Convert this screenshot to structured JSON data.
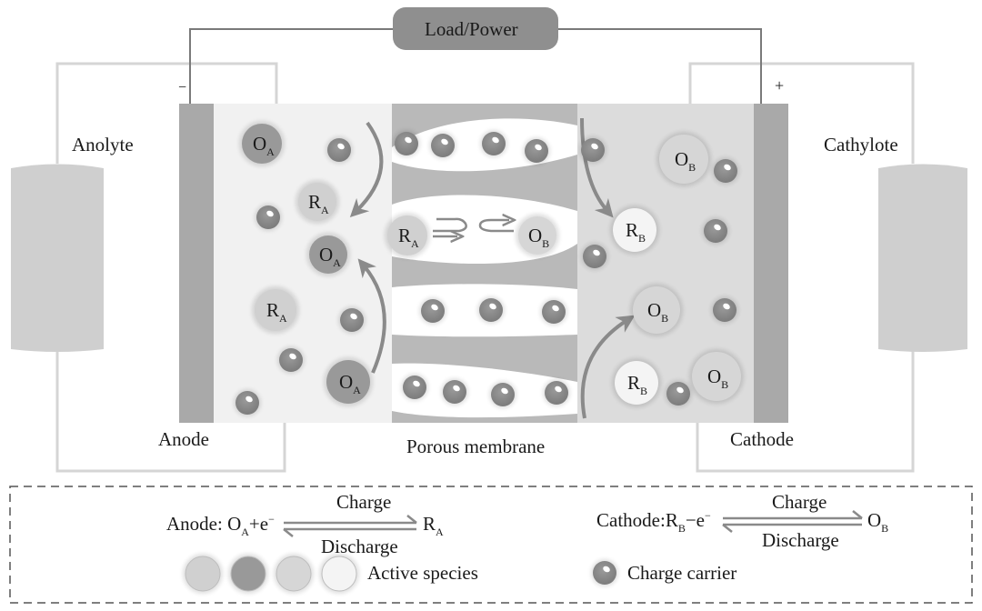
{
  "title": "Redox flow battery schematic",
  "load": {
    "label": "Load/Power"
  },
  "polarity": {
    "negative": "−",
    "positive": "+"
  },
  "tanks": {
    "left": "Anolyte",
    "right": "Cathylote"
  },
  "electrodes": {
    "left": "Anode",
    "right": "Cathode"
  },
  "membrane": {
    "label": "Porous membrane"
  },
  "species": {
    "OA": {
      "main": "O",
      "sub": "A"
    },
    "RA": {
      "main": "R",
      "sub": "A"
    },
    "OB": {
      "main": "O",
      "sub": "B"
    },
    "RB": {
      "main": "R",
      "sub": "B"
    }
  },
  "legend": {
    "anode_eq": {
      "prefix": "Anode: O",
      "sub1": "A",
      "mid": "+e",
      "sup": "−",
      "product": "R",
      "sub2": "A"
    },
    "cathode_eq": {
      "prefix": "Cathode:R",
      "sub1": "B",
      "mid": "−e",
      "sup": "−",
      "product": "O",
      "sub2": "B"
    },
    "charge": "Charge",
    "discharge": "Discharge",
    "active_species": "Active species",
    "charge_carrier": "Charge carrier"
  },
  "colors": {
    "electrode": "#a9a9a9",
    "electrolyte_left": "#f1f1f1",
    "electrolyte_right": "#dcdcdc",
    "membrane": "#b9b9b9",
    "carrier": "#8a8a8a",
    "OA": "#999999",
    "RA": "#d0d0d0",
    "OB": "#d6d6d6",
    "RB": "#f4f4f4",
    "tank": "#cfcfcf",
    "load": "#8f8f8f"
  }
}
